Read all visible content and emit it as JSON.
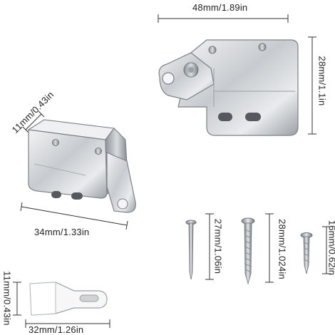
{
  "labels": {
    "top_width": "48mm/1.89in",
    "top_height": "28mm/1.1in",
    "mid_depth": "11mm/0.43in",
    "mid_width": "34mm/1.33in",
    "screw1_length": "27mm/1.06in",
    "screw2_length": "28mm/1.024in",
    "screw3_length": "16mm/0.62in",
    "strike_height": "11mm/0.43in",
    "strike_width": "32mm/1.26in"
  },
  "colors": {
    "background": "#ffffff",
    "metal_light": "#e6e8ea",
    "metal_mid": "#b9bdc1",
    "metal_dark": "#6f747a",
    "plastic": "#f7f7f7",
    "dimension_line": "#333333"
  }
}
